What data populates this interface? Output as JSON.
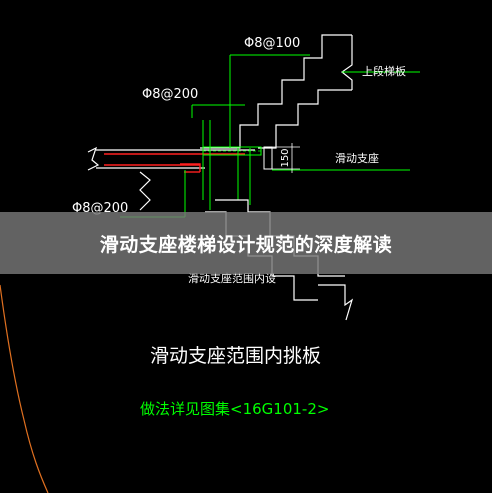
{
  "labels": {
    "rebar_top": "Φ8@100",
    "rebar_mid": "Φ8@200",
    "rebar_low": "Φ8@200",
    "upper_flight": "上段梯板",
    "sliding_support": "滑动支座",
    "dimension": "150",
    "range_note": "滑动支座范围内挑板",
    "partial_hidden": "滑动支座范围内设",
    "detail_reference": "做法详见图集<16G101-2>"
  },
  "banner": {
    "title": "滑动支座楼梯设计规范的深度解读"
  },
  "colors": {
    "background": "#000000",
    "cad_white": "#ffffff",
    "cad_green": "#00ff00",
    "cad_red": "#ff2020",
    "cad_orange": "#e07020",
    "banner_bg": "#787878"
  }
}
